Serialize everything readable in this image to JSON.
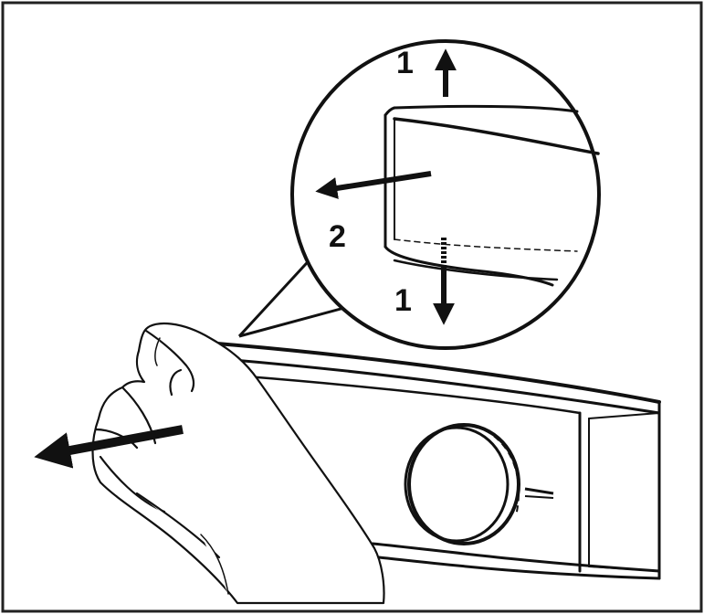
{
  "diagram": {
    "step_labels": {
      "up": "1",
      "out": "2",
      "down": "1"
    }
  },
  "colors": {
    "line": "#111111",
    "background": "#ffffff",
    "frame": "#222222"
  }
}
